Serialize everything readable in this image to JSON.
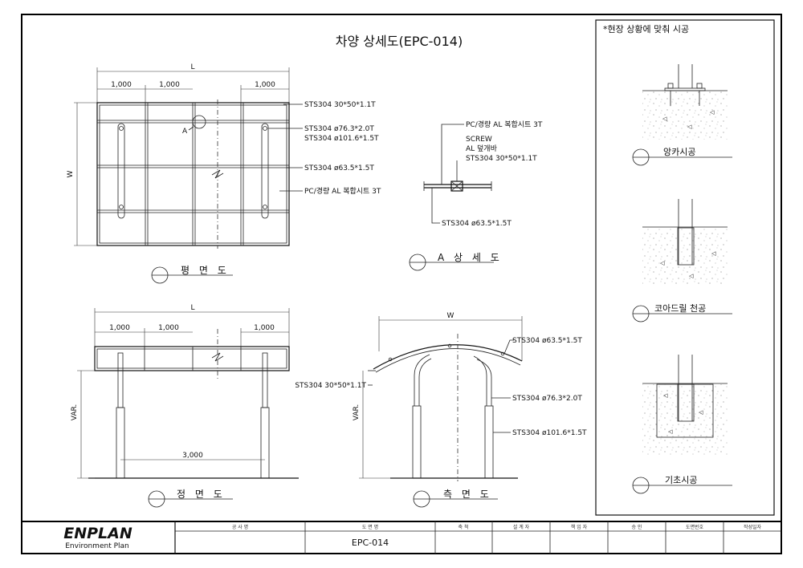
{
  "title": "차양 상세도(EPC-014)",
  "note": "*현장 상황에 맞춰 시공",
  "views": {
    "plan": "평 면 도",
    "detail_a": "A 상 세 도",
    "front": "정 면 도",
    "side": "측 면 도",
    "anchor": "앙카시공",
    "core": "코아드릴 천공",
    "foundation": "기초시공"
  },
  "dims": {
    "L": "L",
    "W": "W",
    "VAR": "VAR.",
    "d1000": "1,000",
    "d3000": "3,000",
    "A": "A"
  },
  "plan_labels": [
    "STS304 30*50*1.1T",
    "STS304 ø76.3*2.0T",
    "STS304 ø101.6*1.5T",
    "STS304 ø63.5*1.5T",
    "PC/경량 AL 복합시트 3T"
  ],
  "detail_labels": [
    "PC/경량 AL 복합시트 3T",
    "SCREW",
    "AL 덮개바",
    "STS304 30*50*1.1T",
    "STS304 ø63.5*1.5T"
  ],
  "side_labels": [
    "STS304 ø63.5*1.5T",
    "STS304 30*50*1.1T",
    "STS304 ø76.3*2.0T",
    "STS304 ø101.6*1.5T"
  ],
  "title_block": {
    "logo": "ENPLAN",
    "logo_sub": "Environment Plan",
    "headers": [
      "공 사 명",
      "도 면 명",
      "축 척",
      "설 계 자",
      "책 임 자",
      "승 인",
      "도면번호",
      "작성일자"
    ],
    "drawing_name": "EPC-014"
  }
}
